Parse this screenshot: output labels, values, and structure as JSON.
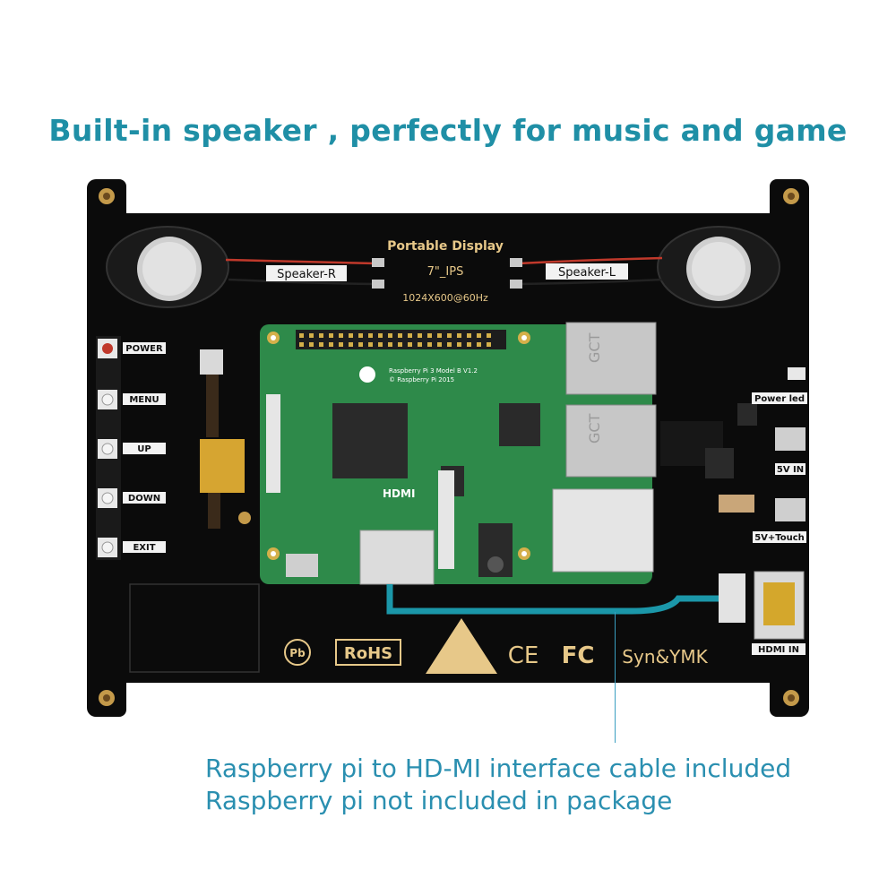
{
  "headline": "Built-in speaker , perfectly for music and game",
  "board": {
    "title": "Portable Display",
    "size": "7\"_IPS",
    "resolution": "1024X600@60Hz",
    "speaker_right": "Speaker-R",
    "speaker_left": "Speaker-L",
    "buttons": [
      "POWER",
      "MENU",
      "UP",
      "DOWN",
      "EXIT"
    ],
    "power_led": "Power led",
    "port_5v": "5V IN",
    "port_5v_touch": "5V+Touch",
    "port_hdmi": "HDMI IN",
    "rohs": "RoHS",
    "ce": "CE",
    "fc": "FC",
    "brand": "Syn&YMK",
    "pi_label": "Raspberry Pi 3 Model B V1.2",
    "pi_copyright": "© Raspberry Pi 2015",
    "hdmi_text": "HDMI",
    "gct": "GCT"
  },
  "captions": [
    "Raspberry pi to HD-MI interface cable included",
    "Raspberry pi not included in package"
  ],
  "colors": {
    "headline": "#1f8fa6",
    "caption": "#2a8fb0",
    "pcb": "#0b0b0b",
    "silkscreen": "#e7c889",
    "pi_green": "#2e8a4a",
    "cable": "#1b97a9"
  }
}
